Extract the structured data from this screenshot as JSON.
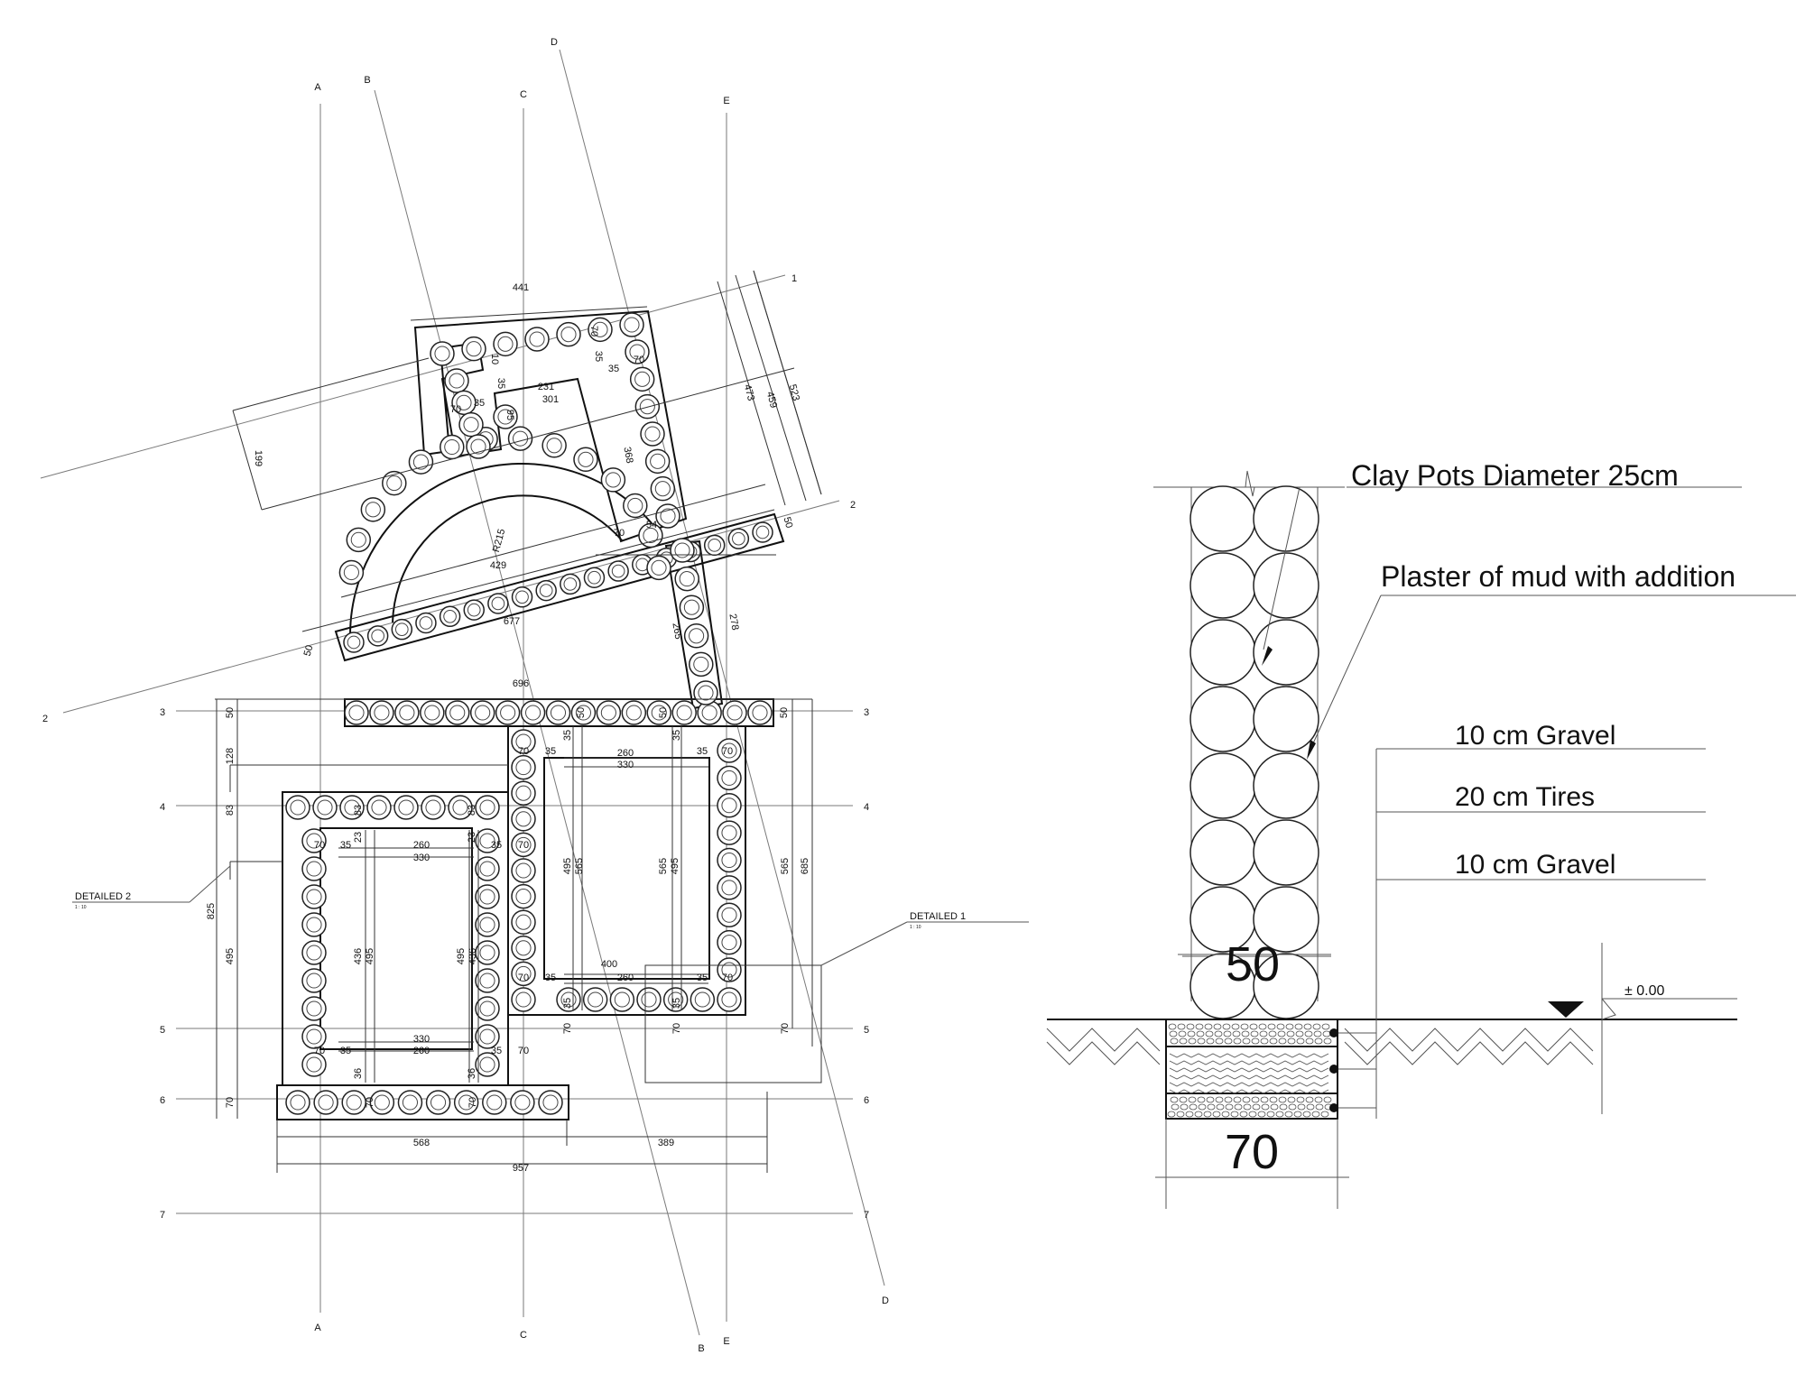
{
  "grid_labels": {
    "letters": [
      "A",
      "B",
      "C",
      "D",
      "E"
    ],
    "numbers": [
      "1",
      "2",
      "3",
      "4",
      "5",
      "6",
      "7"
    ]
  },
  "callouts": {
    "detailed_1": "DETAILED 1",
    "detailed_2": "DETAILED 2",
    "scale_1": "1 : 10",
    "scale_2": "1 : 10"
  },
  "plan_dimensions": {
    "top_441": "441",
    "top_231": "231",
    "top_301": "301",
    "top_35a": "35",
    "top_35b": "35",
    "top_35c": "35",
    "top_35d": "35",
    "top_70a": "70",
    "top_70b": "70",
    "top_70c": "70",
    "top_70d": "70",
    "top_10": "10",
    "top_95": "95",
    "top_199": "199",
    "top_368": "368",
    "top_473": "473",
    "top_459": "459",
    "top_523": "523",
    "top_50": "50",
    "arch_r215": "R215",
    "arch_429": "429",
    "arch_70": "70",
    "arch_54": "54",
    "long_677": "677",
    "long_50": "50",
    "diag_265": "265",
    "diag_278": "278",
    "w_696": "696",
    "row3_50a": "50",
    "row3_50b": "50",
    "row3_50c": "50",
    "row3_50d": "50",
    "row3_35a": "35",
    "row3_35b": "35",
    "right_260": "260",
    "right_330": "330",
    "right_70a": "70",
    "right_70b": "70",
    "right_35a": "35",
    "right_35b": "35",
    "left_128": "128",
    "left_83a": "83",
    "left_83b": "83",
    "left_83c": "83",
    "left_825": "825",
    "left_495": "495",
    "left_70": "70",
    "inner_260a": "260",
    "inner_330a": "330",
    "inner_35a": "35",
    "inner_35b": "35",
    "inner_70a": "70",
    "inner_70b": "70",
    "inner_23a": "23",
    "inner_23b": "23",
    "inner_436a": "436",
    "inner_495a": "495",
    "inner_495b": "495",
    "inner_436b": "436",
    "right_495": "495",
    "right_565a": "565",
    "right_565b": "565",
    "right_495b": "495",
    "right_565c": "565",
    "right_685": "685",
    "mid_400": "400",
    "mid_260": "260",
    "mid_70a": "70",
    "mid_70b": "70",
    "mid_35a": "35",
    "mid_35b": "35",
    "low_70a": "70",
    "low_70b": "70",
    "low_35a": "35",
    "low_35b": "35",
    "low_70r": "70",
    "bot_330": "330",
    "bot_260": "260",
    "bot_70a": "70",
    "bot_70b": "70",
    "bot_35a": "35",
    "bot_35b": "35",
    "bot_36a": "36",
    "bot_36b": "36",
    "bot_70c": "70",
    "bot_70d": "70",
    "w_568": "568",
    "w_389": "389",
    "w_957": "957"
  },
  "section": {
    "clay_pots": "Clay Pots Diameter 25cm",
    "plaster": "Plaster of mud with addition",
    "gravel_top": "10 cm Gravel",
    "tires": "20 cm Tires",
    "gravel_bottom": "10 cm Gravel",
    "wall_width": "50",
    "foundation_width": "70",
    "level": "± 0.00"
  }
}
